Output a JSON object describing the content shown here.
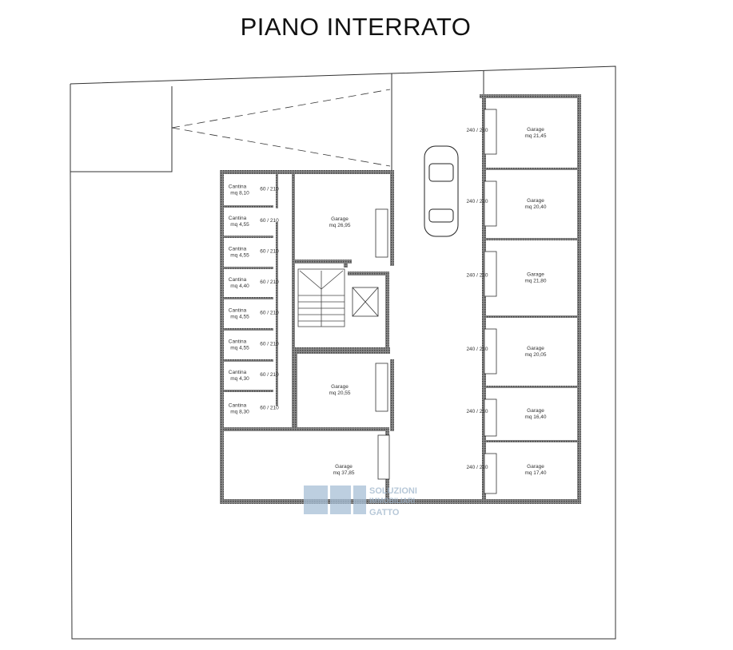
{
  "title": "PIANO INTERRATO",
  "rooms": {
    "cantine": [
      {
        "name": "Cantina",
        "area": "mq 8,10"
      },
      {
        "name": "Cantina",
        "area": "mq 4,55"
      },
      {
        "name": "Cantina",
        "area": "mq 4,55"
      },
      {
        "name": "Cantina",
        "area": "mq 4,40"
      },
      {
        "name": "Cantina",
        "area": "mq 4,55"
      },
      {
        "name": "Cantina",
        "area": "mq 4,55"
      },
      {
        "name": "Cantina",
        "area": "mq 4,30"
      },
      {
        "name": "Cantina",
        "area": "mq 8,30"
      }
    ],
    "central_garages": [
      {
        "name": "Garage",
        "area": "mq 26,95"
      },
      {
        "name": "Garage",
        "area": "mq 20,55"
      },
      {
        "name": "Garage",
        "area": "mq 37,85"
      }
    ],
    "right_garages": [
      {
        "name": "Garage",
        "area": "mq 21,45"
      },
      {
        "name": "Garage",
        "area": "mq 20,40"
      },
      {
        "name": "Garage",
        "area": "mq 21,80"
      },
      {
        "name": "Garage",
        "area": "mq 20,05"
      },
      {
        "name": "Garage",
        "area": "mq 16,40"
      },
      {
        "name": "Garage",
        "area": "mq 17,40"
      }
    ]
  },
  "door_dims": {
    "garage": "240 / 210",
    "cantina": "60 / 210"
  },
  "watermark": {
    "line1": "SOLUZIONI",
    "line2": "IMMOBILIARI",
    "line3": "GATTO"
  },
  "colors": {
    "wall": "#555555",
    "line": "#222222",
    "watermark": "#9fb6cc"
  }
}
